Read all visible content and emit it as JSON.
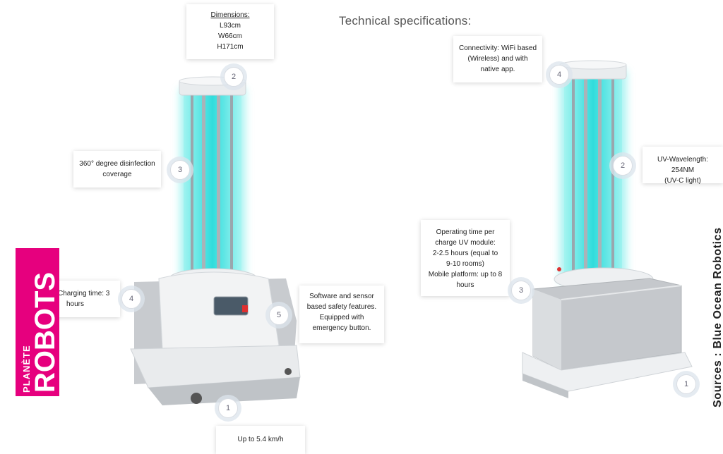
{
  "header": {
    "title": "Technical specifications:"
  },
  "left_robot": {
    "callouts": [
      {
        "id": "dimensions",
        "number": "2",
        "heading": "Dimensions:",
        "lines": [
          "L93cm",
          "W66cm",
          "H171cm"
        ]
      },
      {
        "id": "coverage",
        "number": "3",
        "lines": [
          "360° degree disinfection",
          "coverage"
        ]
      },
      {
        "id": "charging",
        "number": "4",
        "lines": [
          "Charging time: 3",
          "hours"
        ]
      },
      {
        "id": "safety",
        "number": "5",
        "lines": [
          "Software and sensor",
          "based safety features.",
          "Equipped with",
          "emergency button."
        ]
      },
      {
        "id": "speed",
        "number": "1",
        "lines": [
          "Up to 5.4 km/h"
        ]
      }
    ]
  },
  "right_robot": {
    "callouts": [
      {
        "id": "connectivity",
        "number": "4",
        "lines": [
          "Connectivity: WiFi based",
          "(Wireless) and with",
          "native app."
        ]
      },
      {
        "id": "wavelength",
        "number": "2",
        "lines": [
          "UV-Wavelength: 254NM",
          "(UV-C light)"
        ]
      },
      {
        "id": "operating",
        "number": "3",
        "lines": [
          "Operating time per",
          "charge UV module:",
          "2-2.5 hours (equal to",
          "9-10 rooms)",
          "Mobile platform: up to 8",
          "hours"
        ]
      },
      {
        "id": "partial",
        "number": "1"
      }
    ]
  },
  "branding": {
    "line1": "PLANÈTE",
    "line2": "ROBOTS",
    "color": "#e6007e"
  },
  "source": {
    "text": "Sources : Blue Ocean Robotics"
  },
  "colors": {
    "uv_glow": "#38e4e4",
    "body_gray": "#c9ccd0",
    "body_white": "#f3f4f5"
  }
}
